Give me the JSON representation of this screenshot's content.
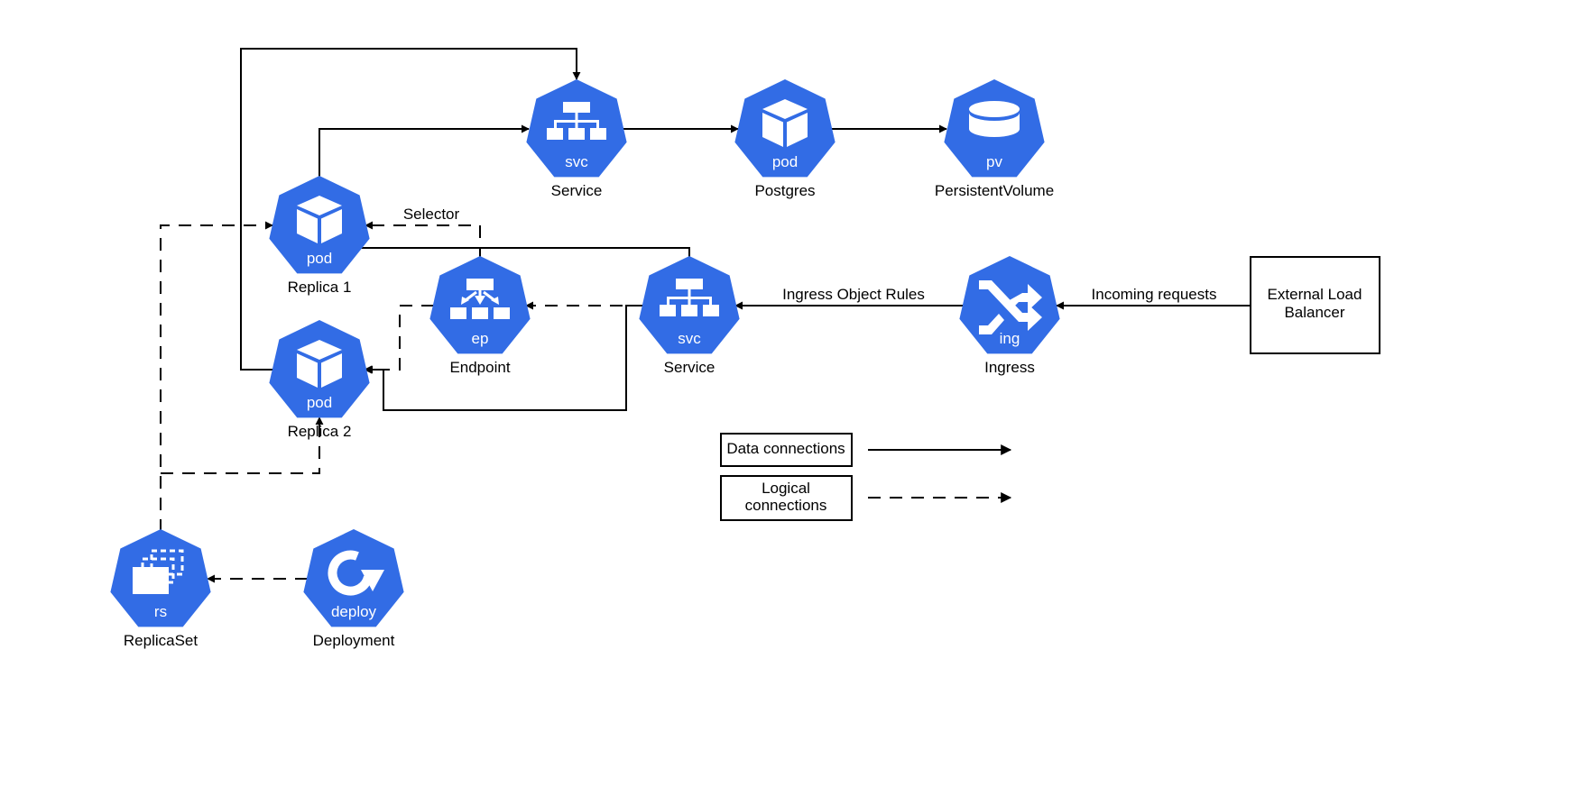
{
  "colors": {
    "k8s_blue": "#326CE5",
    "icon_fg": "#ffffff",
    "line": "#000000"
  },
  "nodes": {
    "service_top": {
      "icon": "svc-icon",
      "abbr": "svc",
      "label": "Service"
    },
    "postgres": {
      "icon": "pod-icon",
      "abbr": "pod",
      "label": "Postgres"
    },
    "persistent_volume": {
      "icon": "pv-icon",
      "abbr": "pv",
      "label": "PersistentVolume"
    },
    "replica1": {
      "icon": "pod-icon",
      "abbr": "pod",
      "label": "Replica 1"
    },
    "replica2": {
      "icon": "pod-icon",
      "abbr": "pod",
      "label": "Replica 2"
    },
    "endpoint": {
      "icon": "ep-icon",
      "abbr": "ep",
      "label": "Endpoint"
    },
    "service_mid": {
      "icon": "svc-icon",
      "abbr": "svc",
      "label": "Service"
    },
    "ingress": {
      "icon": "ing-icon",
      "abbr": "ing",
      "label": "Ingress"
    },
    "replicaset": {
      "icon": "rs-icon",
      "abbr": "rs",
      "label": "ReplicaSet"
    },
    "deployment": {
      "icon": "deploy-icon",
      "abbr": "deploy",
      "label": "Deployment"
    }
  },
  "external_lb": {
    "line1": "External Load",
    "line2": "Balancer"
  },
  "edge_labels": {
    "selector": "Selector",
    "ingress_rules": "Ingress Object Rules",
    "incoming": "Incoming requests"
  },
  "legend": {
    "data": "Data connections",
    "logical_line1": "Logical",
    "logical_line2": "connections"
  }
}
